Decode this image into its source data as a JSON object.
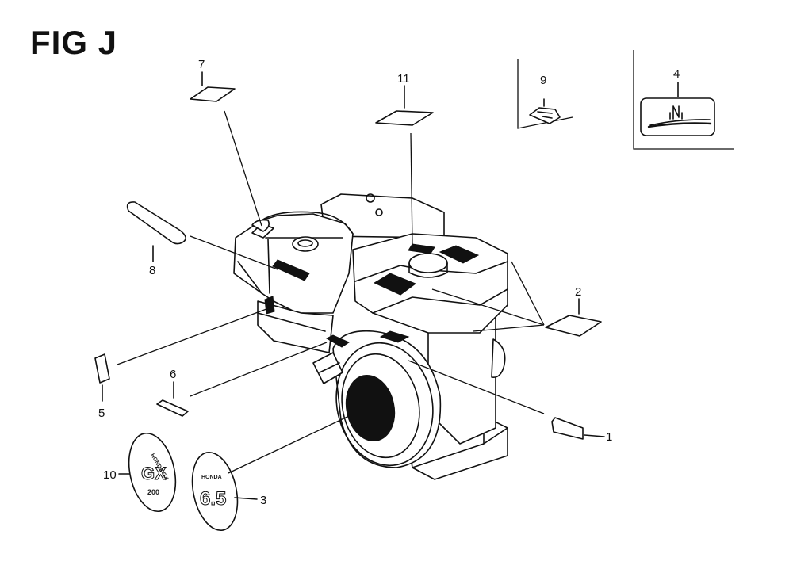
{
  "figure": {
    "title": "FIG J"
  },
  "callouts": [
    {
      "id": "1",
      "label": "1"
    },
    {
      "id": "2",
      "label": "2"
    },
    {
      "id": "3",
      "label": "3"
    },
    {
      "id": "4",
      "label": "4"
    },
    {
      "id": "5",
      "label": "5"
    },
    {
      "id": "6",
      "label": "6"
    },
    {
      "id": "7",
      "label": "7"
    },
    {
      "id": "8",
      "label": "8"
    },
    {
      "id": "9",
      "label": "9"
    },
    {
      "id": "10",
      "label": "10"
    },
    {
      "id": "11",
      "label": "11"
    }
  ],
  "emblems": {
    "gx": {
      "text": "GX",
      "sub": "200"
    },
    "hp": {
      "text": "6.5"
    }
  },
  "colors": {
    "ink": "#111111",
    "paper": "#ffffff"
  }
}
